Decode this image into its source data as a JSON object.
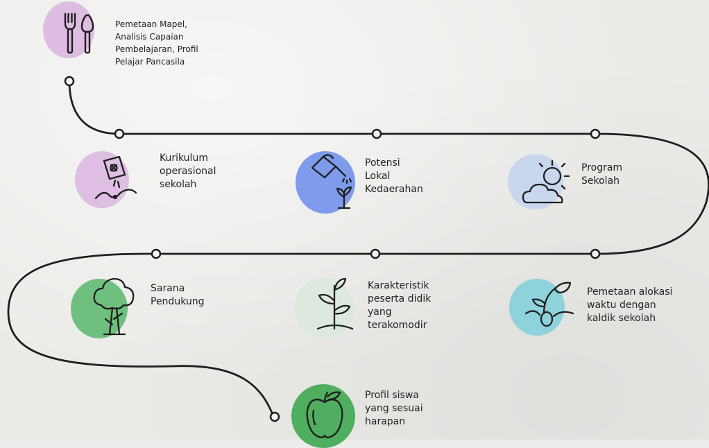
{
  "steps": [
    {
      "id": "pemetaan-mapel",
      "text": "Pemetaan Mapel,\nAnalisis Capaian\nPembelajaran, Profil\nPelajar Pancasila",
      "icon": "garden-tools-icon",
      "color": "#d9b4df"
    },
    {
      "id": "kurikulum",
      "text": "Kurikulum\noperasional\nsekolah",
      "icon": "seed-packet-icon",
      "color": "#dcb5e2"
    },
    {
      "id": "potensi",
      "text": "Potensi\nLokal\nKedaerahan",
      "icon": "watering-can-icon",
      "color": "#7f9cec"
    },
    {
      "id": "program",
      "text": "Program\nSekolah",
      "icon": "sun-cloud-icon",
      "color": "#c9d6ee"
    },
    {
      "id": "sarana",
      "text": "Sarana\nPendukung",
      "icon": "tree-icon",
      "color": "#6fbf7e"
    },
    {
      "id": "karakteristik",
      "text": "Karakteristik\npeserta didik\nyang\nterakomodir",
      "icon": "seedling-icon",
      "color": "#dde9de"
    },
    {
      "id": "pemetaan-alokasi",
      "text": "Pemetaan alokasi\nwaktu dengan\nkaldik sekolah",
      "icon": "sprout-seed-icon",
      "color": "#8ed2dc"
    },
    {
      "id": "profil",
      "text": "Profil siswa\nyang sesuai\nharapan",
      "icon": "apple-icon",
      "color": "#4fae5f"
    }
  ]
}
